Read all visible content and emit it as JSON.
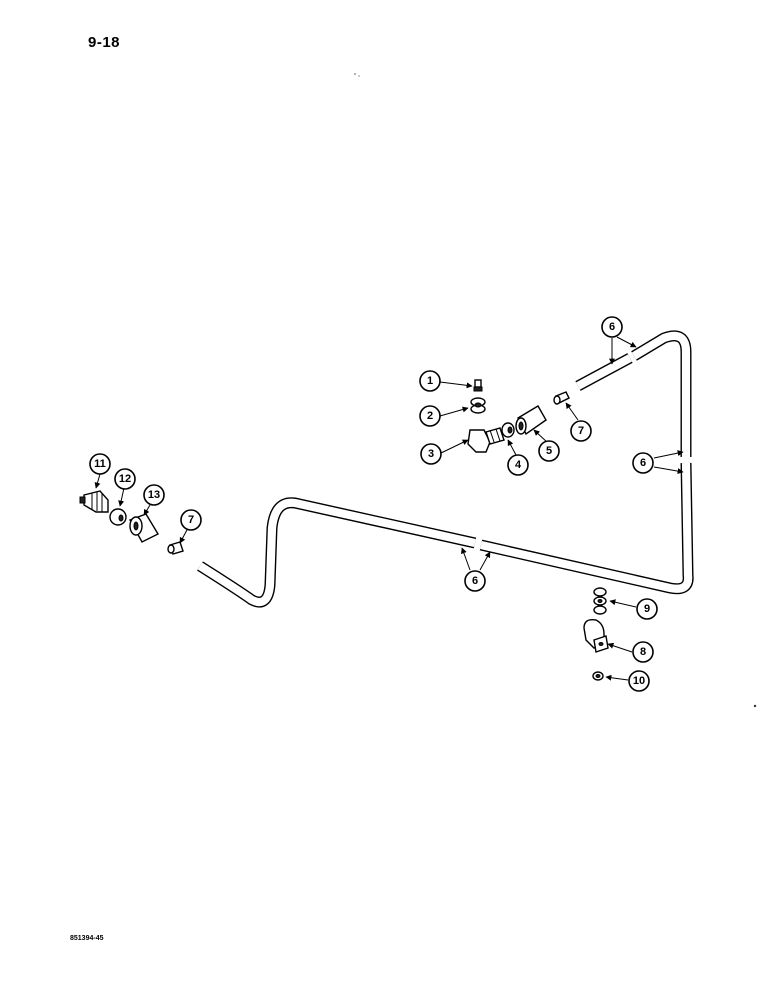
{
  "page": {
    "number": "9-18",
    "figure_id": "851394-45"
  },
  "callouts": [
    {
      "id": "c1",
      "label": "1"
    },
    {
      "id": "c2",
      "label": "2"
    },
    {
      "id": "c3",
      "label": "3"
    },
    {
      "id": "c4",
      "label": "4"
    },
    {
      "id": "c5",
      "label": "5"
    },
    {
      "id": "c6a",
      "label": "6"
    },
    {
      "id": "c6b",
      "label": "6"
    },
    {
      "id": "c6c",
      "label": "6"
    },
    {
      "id": "c7a",
      "label": "7"
    },
    {
      "id": "c7b",
      "label": "7"
    },
    {
      "id": "c8",
      "label": "8"
    },
    {
      "id": "c9",
      "label": "9"
    },
    {
      "id": "c10",
      "label": "10"
    },
    {
      "id": "c11",
      "label": "11"
    },
    {
      "id": "c12",
      "label": "12"
    },
    {
      "id": "c13",
      "label": "13"
    }
  ]
}
